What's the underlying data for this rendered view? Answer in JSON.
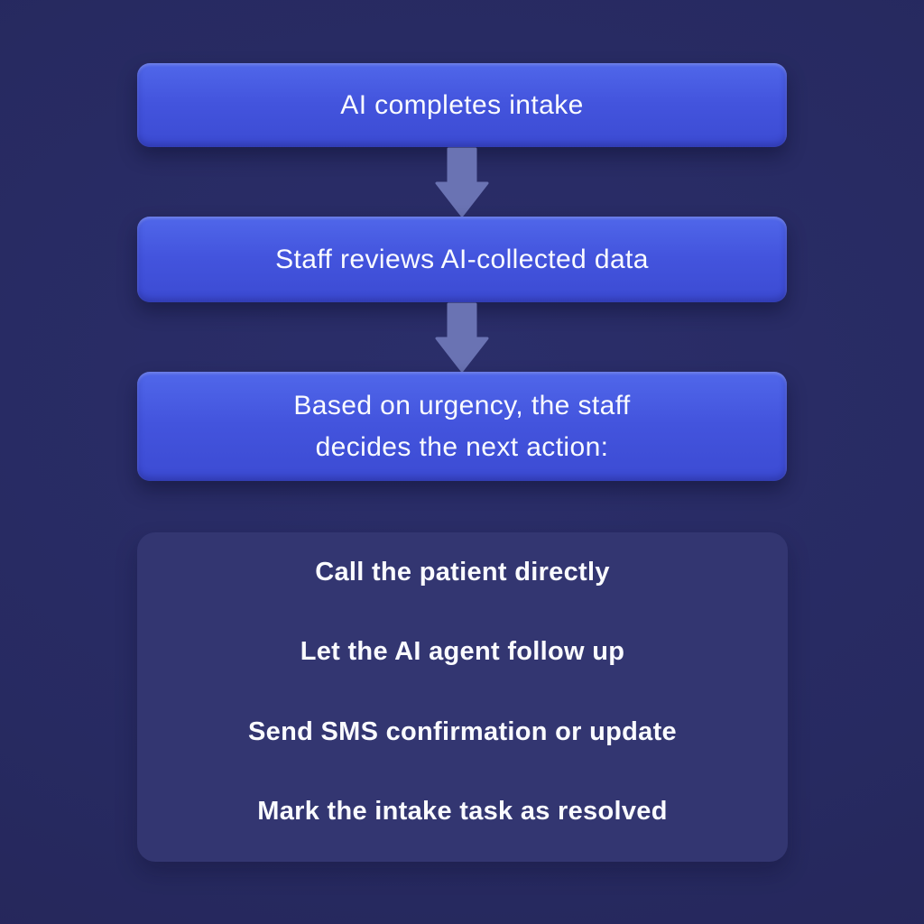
{
  "diagram": {
    "steps": [
      {
        "label": "AI completes intake"
      },
      {
        "label": "Staff reviews AI-collected data"
      },
      {
        "lines": [
          "Based on urgency, the staff",
          "decides the next action:"
        ]
      }
    ],
    "actions": [
      "Call the patient directly",
      "Let the AI agent follow up",
      "Send SMS confirmation or update",
      "Mark the intake task as resolved"
    ],
    "colors": {
      "background": "#262961",
      "step_box_top": "#5067ea",
      "step_box_bottom": "#3c4bd3",
      "arrow": "#6a73b3",
      "panel": "#333671",
      "text": "#fafbff"
    }
  }
}
